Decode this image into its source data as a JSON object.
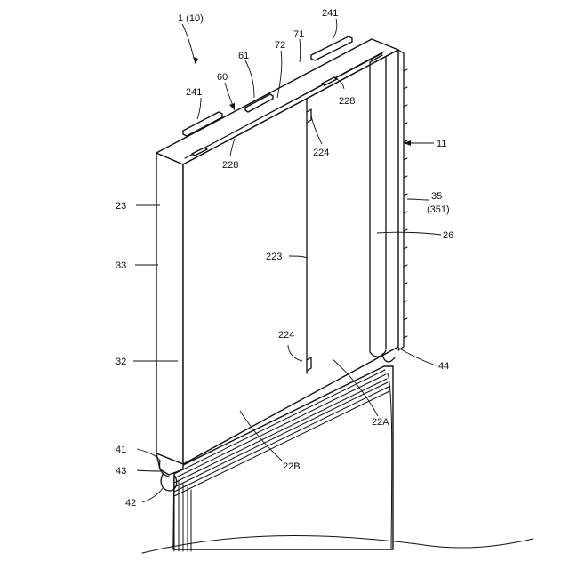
{
  "figure": {
    "labels": {
      "device": "1 (10)",
      "l241a": "241",
      "l241b": "241",
      "l71": "71",
      "l72": "72",
      "l61": "61",
      "l60": "60",
      "l228a": "228",
      "l228b": "228",
      "l224a": "224",
      "l224b": "224",
      "l11": "11",
      "l23": "23",
      "l35": "35",
      "l351": "(351)",
      "l26": "26",
      "l223": "223",
      "l33": "33",
      "l32": "32",
      "l44": "44",
      "l22A": "22A",
      "l22B": "22B",
      "l41": "41",
      "l43": "43",
      "l42": "42"
    }
  }
}
